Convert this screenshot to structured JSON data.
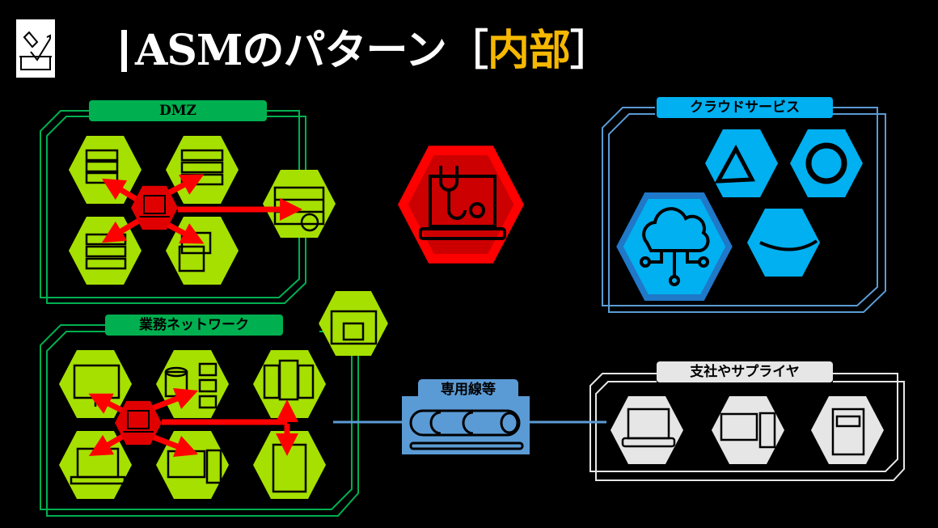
{
  "header": {
    "title_prefix": "ASMのパターン［",
    "title_highlight": "内部",
    "title_suffix": "］",
    "logo_icon": "toolbox-check-icon"
  },
  "zones": {
    "dmz": {
      "label": "DMZ",
      "color": "#00b050",
      "icons": [
        "mail-server-icon",
        "server-rack-icon",
        "cloud-server-icon",
        "remote-desktop-icon",
        "firewall-icon"
      ]
    },
    "business": {
      "label": "業務ネットワーク",
      "color": "#00b050",
      "icons": [
        "monitor-settings-icon",
        "database-folders-icon",
        "server-cluster-icon",
        "laptop-icon",
        "desktop-pc-icon",
        "tower-server-icon",
        "vpn-icon"
      ]
    },
    "cloud": {
      "label": "クラウドサービス",
      "color": "#00b0f0",
      "icons": [
        "azure-icon",
        "google-cloud-icon",
        "cloud-network-icon",
        "amazon-icon"
      ]
    },
    "leased": {
      "label": "専用線等",
      "color": "#5b9bd5",
      "icon": "pipeline-icon"
    },
    "branch": {
      "label": "支社やサプライヤ",
      "color": "#e6e6e6",
      "icons": [
        "laptop-icon",
        "desktop-pc-icon",
        "tower-server-icon"
      ]
    }
  },
  "scanner": {
    "icon": "laptop-stethoscope-icon",
    "color": "#e00000"
  },
  "colors": {
    "hex_green": "#a6e000",
    "hex_red": "#e00000",
    "arrow": "#ff0000"
  }
}
